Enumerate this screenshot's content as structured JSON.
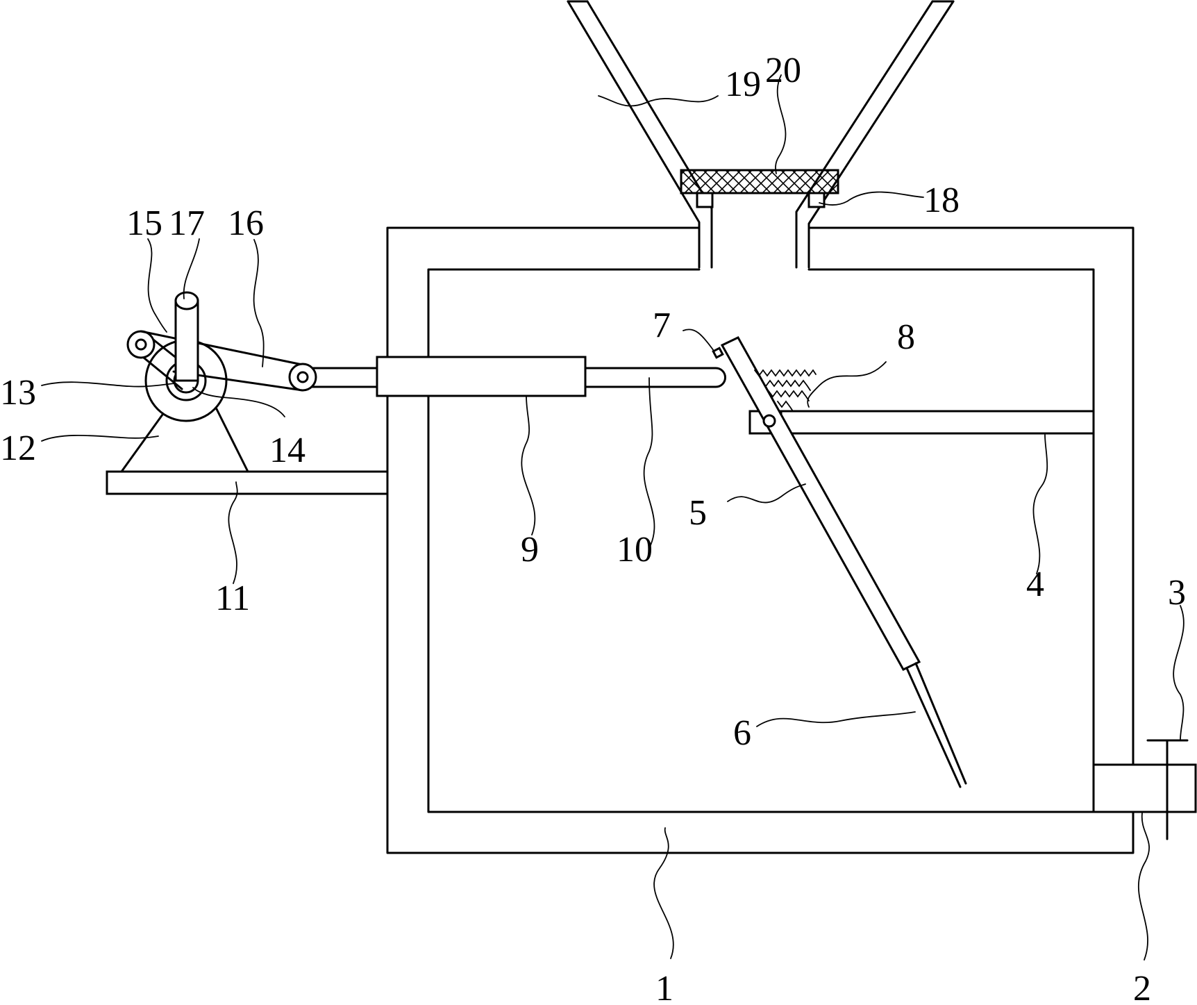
{
  "figure": {
    "background": "#ffffff",
    "line_color": "#000000",
    "labels": {
      "l1": "1",
      "l2": "2",
      "l3": "3",
      "l4": "4",
      "l5": "5",
      "l6": "6",
      "l7": "7",
      "l8": "8",
      "l9": "9",
      "l10": "10",
      "l11": "11",
      "l12": "12",
      "l13": "13",
      "l14": "14",
      "l15": "15",
      "l16": "16",
      "l17": "17",
      "l18": "18",
      "l19": "19",
      "l20": "20"
    }
  }
}
